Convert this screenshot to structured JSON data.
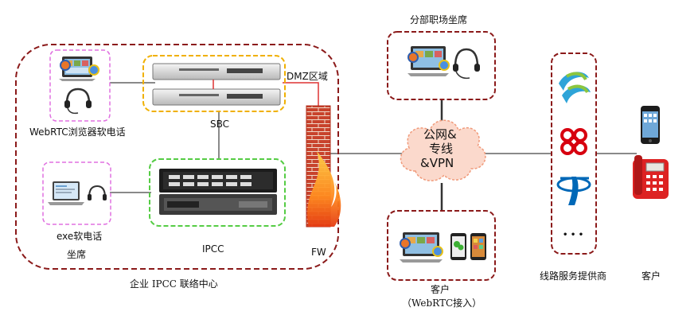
{
  "labels": {
    "webrtc_softphone": "WebRTC浏览器软电话",
    "exe_softphone": "exe软电话",
    "agent": "坐席",
    "sbc": "SBC",
    "ipcc": "IPCC",
    "fw": "FW",
    "dmz": "DMZ区域",
    "enterprise_center": "企业 IPCC 联络中心",
    "branch_agent": "分部职场坐席",
    "network_line1": "公网&",
    "network_line2": "专线",
    "network_line3": "&VPN",
    "customer_left": "客户",
    "webrtc_access": "（WebRTC接入）",
    "carrier": "线路服务提供商",
    "customer_right": "客户",
    "ellipsis": "• • •"
  },
  "icons": {
    "china_mobile": "china-mobile-logo",
    "china_unicom": "china-unicom-logo",
    "china_telecom": "china-telecom-logo"
  },
  "colors": {
    "dark_red_dash": "#8b1a1a",
    "pink_dash": "#e070e0",
    "yellow_dash": "#f0b000",
    "green_dash": "#55cc44",
    "cloud_fill": "#fbd9cc",
    "link_gray": "#8a8a8a",
    "sbc_link_red": "#d33"
  }
}
